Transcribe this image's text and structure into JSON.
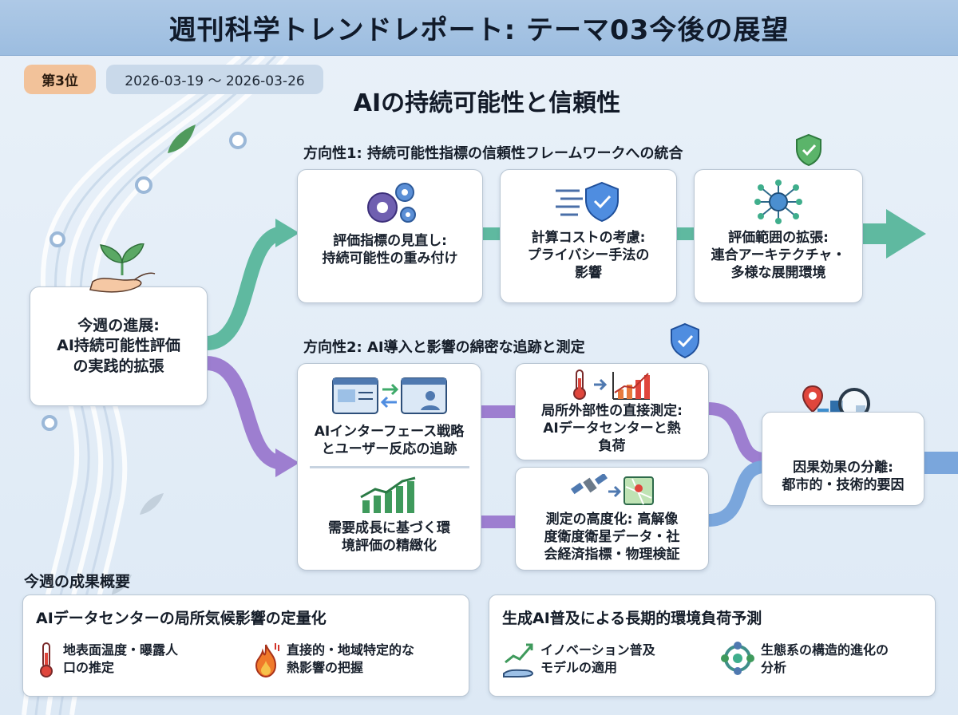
{
  "header": {
    "title": "週刊科学トレンドレポート: テーマ03今後の展望"
  },
  "meta": {
    "rank": "第3位",
    "date_range": "2026-03-19 〜 2026-03-26"
  },
  "subtitle": "AIの持続可能性と信頼性",
  "center": {
    "line1": "今週の進展:",
    "line2": "AI持続可能性評価",
    "line3": "の実践的拡張"
  },
  "direction1": {
    "heading": "方向性1: 持続可能性指標の信頼性フレームワークへの統合",
    "cards": [
      {
        "line1": "評価指標の見直し:",
        "line2": "持続可能性の重み付け"
      },
      {
        "line1": "計算コストの考慮:",
        "line2": "プライバシー手法の",
        "line3": "影響"
      },
      {
        "line1": "評価範囲の拡張:",
        "line2": "連合アーキテクチャ・",
        "line3": "多様な展開環境"
      }
    ]
  },
  "direction2": {
    "heading": "方向性2: AI導入と影響の綿密な追跡と測定",
    "left_top": {
      "line1": "AIインターフェース戦略",
      "line2": "とユーザー反応の追跡"
    },
    "left_bottom": {
      "line1": "需要成長に基づく環",
      "line2": "境評価の精緻化"
    },
    "mid_top": {
      "line1": "局所外部性の直接測定:",
      "line2": "AIデータセンターと熱",
      "line3": "負荷"
    },
    "mid_bottom": {
      "line1": "測定の高度化: 高解像",
      "line2": "度衛度衛星データ・社",
      "line3": "会経済指標・物理検証"
    },
    "result": {
      "line1": "因果効果の分離:",
      "line2": "都市的・技術的要因"
    }
  },
  "summary": {
    "title": "今週の成果概要",
    "left": {
      "heading": "AIデータセンターの局所気候影響の定量化",
      "item1": {
        "line1": "地表面温度・曝露人",
        "line2": "口の推定"
      },
      "item2": {
        "line1": "直接的・地域特定的な",
        "line2": "熱影響の把握"
      }
    },
    "right": {
      "heading": "生成AI普及による長期的環境負荷予測",
      "item1": {
        "line1": "イノベーション普及",
        "line2": "モデルの適用"
      },
      "item2": {
        "line1": "生態系の構造的進化の",
        "line2": "分析"
      }
    }
  },
  "colors": {
    "teal": "#5fb9a0",
    "purple": "#9d7ed0",
    "blue": "#7aa6dc",
    "header": "#a6c4e4"
  }
}
